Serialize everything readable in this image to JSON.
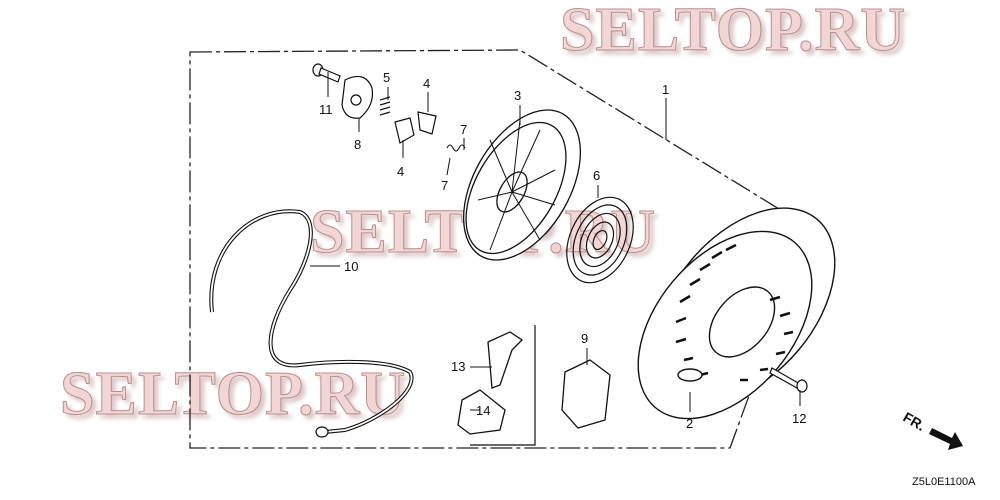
{
  "watermark": "SELTOP.RU",
  "diagram_code": "Z5L0E1100A",
  "direction_label": "FR.",
  "callouts": {
    "p1": "1",
    "p2": "2",
    "p3": "3",
    "p4a": "4",
    "p4b": "4",
    "p5": "5",
    "p6": "6",
    "p7a": "7",
    "p7b": "7",
    "p8": "8",
    "p9": "9",
    "p10": "10",
    "p11": "11",
    "p12": "12",
    "p13": "13",
    "p14": "14"
  }
}
